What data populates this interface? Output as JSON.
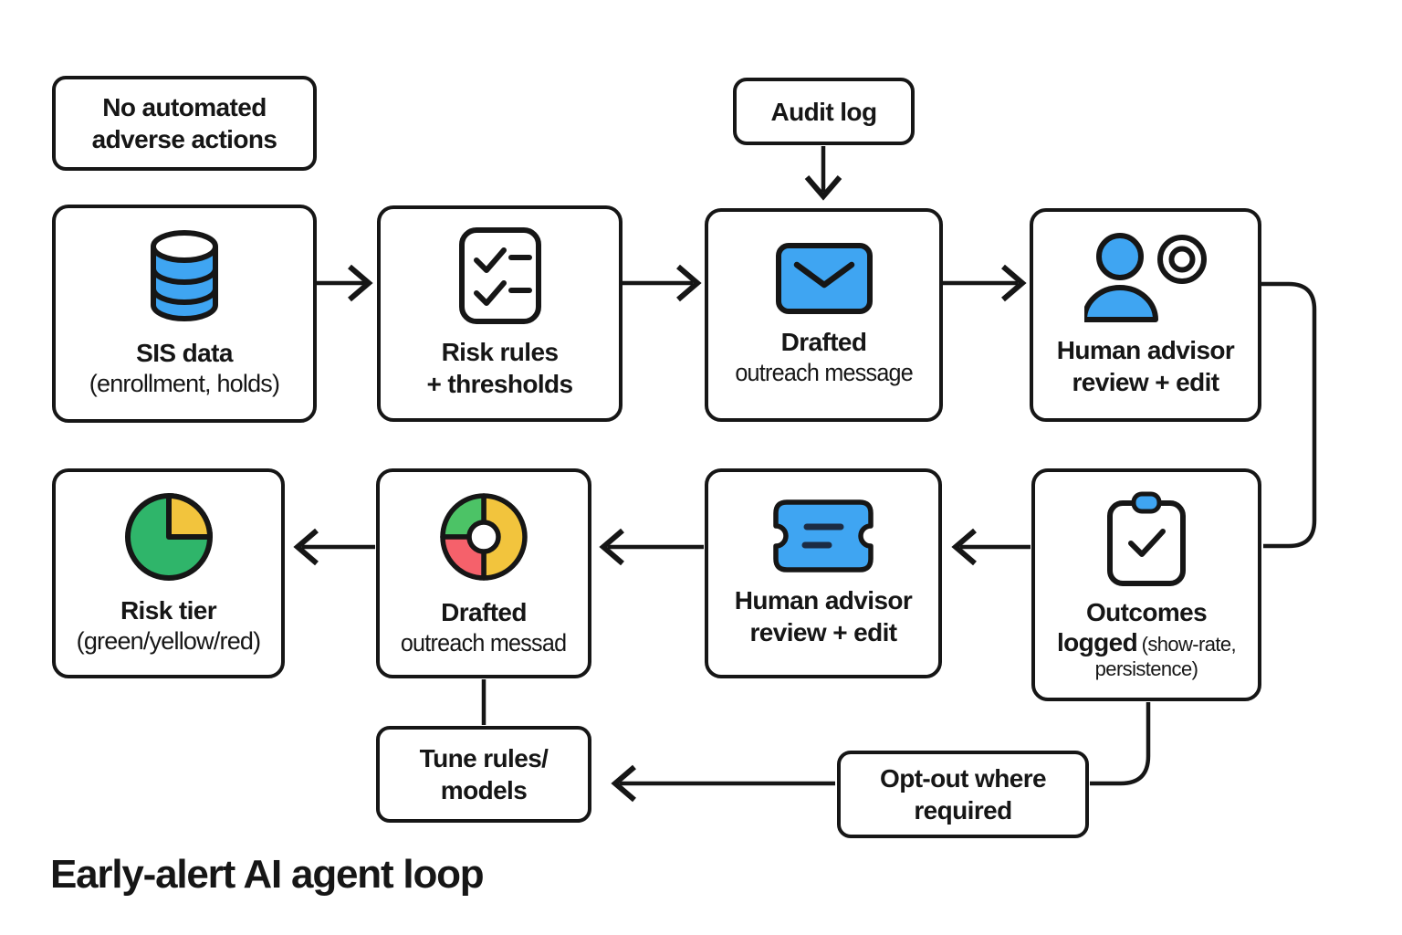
{
  "title": "Early-alert AI agent loop",
  "callouts": {
    "no_adverse": {
      "line1": "No automated",
      "line2": "adverse actions"
    },
    "audit": {
      "label": "Audit log"
    },
    "tune": {
      "line1": "Tune rules/",
      "line2": "models"
    },
    "opt_out": {
      "line1": "Opt-out where",
      "line2": "required"
    }
  },
  "nodes": {
    "sis": {
      "title": "SIS data",
      "subtitle": "(enrollment, holds)"
    },
    "rules": {
      "title": "Risk rules",
      "subtitle": "+ thresholds"
    },
    "drafted1": {
      "title": "Drafted",
      "subtitle": "outreach message"
    },
    "advisor1": {
      "title": "Human advisor",
      "subtitle": "review + edit"
    },
    "risk_tier": {
      "title": "Risk tier",
      "subtitle": "(green/yellow/red)"
    },
    "drafted2": {
      "title": "Drafted",
      "subtitle": "outreach messad"
    },
    "advisor2": {
      "title": "Human advisor",
      "subtitle": "review + edit"
    },
    "outcomes": {
      "title": "Outcomes",
      "bold2": "logged",
      "paren1": "(show-rate,",
      "paren2": "persistence)"
    }
  },
  "icons": {
    "sis": "database-icon",
    "rules": "checklist-icon",
    "drafted1": "envelope-icon",
    "advisor1": "person-record-icon",
    "risk_tier": "pie-chart-icon",
    "drafted2": "donut-chart-icon",
    "advisor2": "ticket-icon",
    "outcomes": "clipboard-check-icon"
  },
  "colors": {
    "ink": "#161616",
    "blue": "#3FA5F2",
    "green_pie": "#2FB56A",
    "green_donut": "#4CC366",
    "yellow": "#F2C43D",
    "red": "#F5616B",
    "navy": "#1C2C44",
    "background": "#FFFFFF"
  }
}
